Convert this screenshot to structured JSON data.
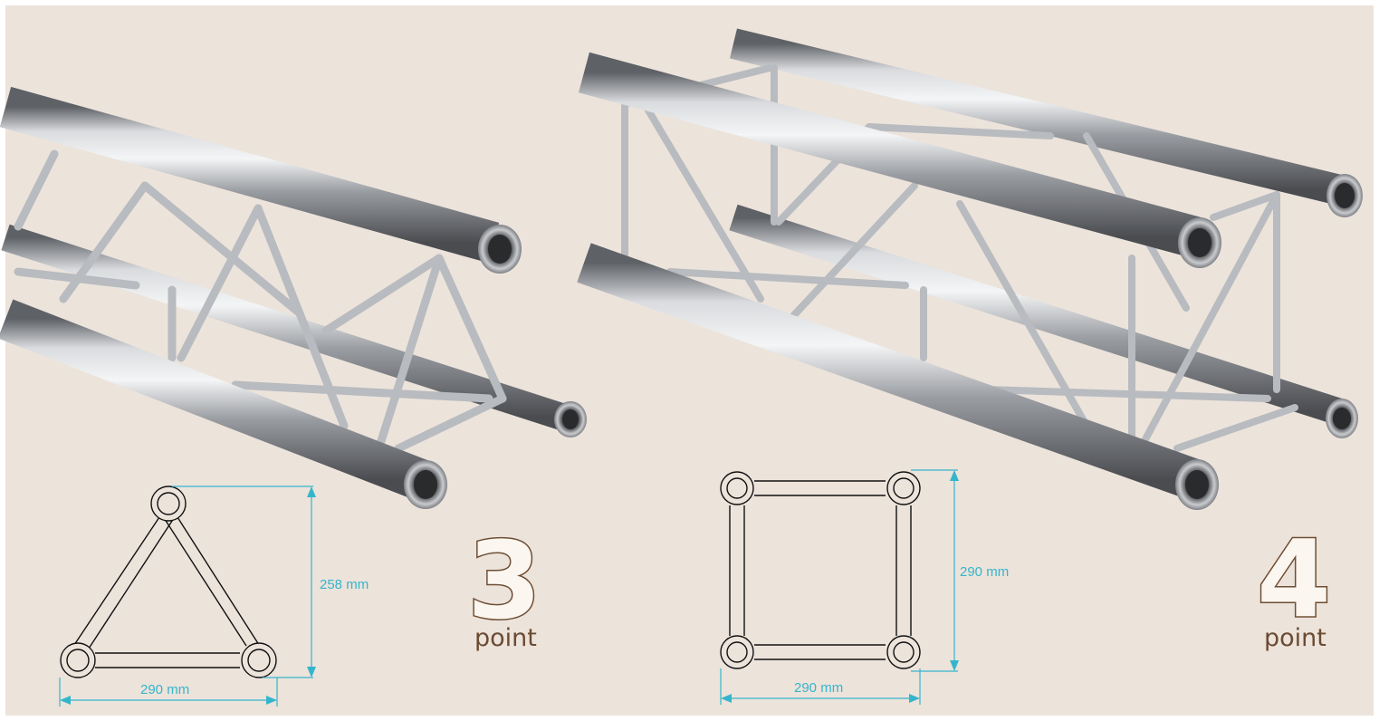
{
  "colors": {
    "background": "#ece3db",
    "dimension": "#35b5cc",
    "label": "#6b4b32",
    "outline": "#111111"
  },
  "three_point": {
    "number": "3",
    "word": "point",
    "height_label": "258 mm",
    "width_label": "290 mm"
  },
  "four_point": {
    "number": "4",
    "word": "point",
    "height_label": "290 mm",
    "width_label": "290 mm"
  }
}
